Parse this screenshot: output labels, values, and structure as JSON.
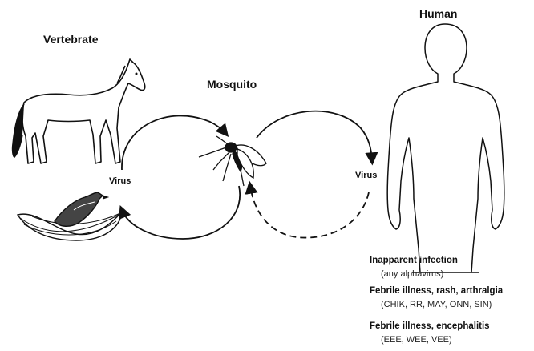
{
  "labels": {
    "vertebrate": "Vertebrate",
    "mosquito": "Mosquito",
    "human": "Human",
    "virus_left": "Virus",
    "virus_right": "Virus"
  },
  "outcomes": [
    {
      "title": "Inapparent infection",
      "detail": "(any alphavirus)"
    },
    {
      "title": "Febrile illness, rash, arthralgia",
      "detail": "(CHIK, RR, MAY, ONN, SIN)"
    },
    {
      "title": "Febrile illness, encephalitis",
      "detail": "(EEE, WEE, VEE)"
    }
  ],
  "icons": [
    "horse-icon",
    "bird-on-nest-icon",
    "mosquito-icon",
    "human-silhouette-icon"
  ]
}
